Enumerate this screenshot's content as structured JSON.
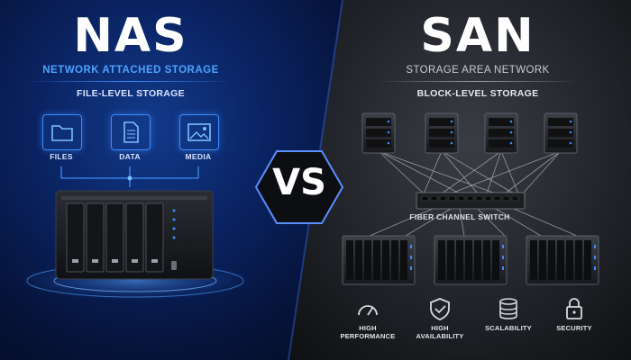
{
  "nas": {
    "title": "NAS",
    "subtitle": "NETWORK ATTACHED STORAGE",
    "level": "FILE-LEVEL STORAGE",
    "icons": [
      {
        "label": "FILES",
        "icon": "folder-icon"
      },
      {
        "label": "DATA",
        "icon": "document-icon"
      },
      {
        "label": "MEDIA",
        "icon": "image-icon"
      }
    ]
  },
  "vs": "VS",
  "san": {
    "title": "SAN",
    "subtitle": "STORAGE AREA NETWORK",
    "level": "BLOCK-LEVEL STORAGE",
    "switch_label": "FIBER CHANNEL SWITCH",
    "features": [
      {
        "line1": "HIGH",
        "line2": "PERFORMANCE",
        "icon": "speedometer-icon"
      },
      {
        "line1": "HIGH",
        "line2": "AVAILABILITY",
        "icon": "shield-check-icon"
      },
      {
        "line1": "SCALABILITY",
        "line2": "",
        "icon": "database-icon"
      },
      {
        "line1": "SECURITY",
        "line2": "",
        "icon": "lock-icon"
      }
    ]
  },
  "colors": {
    "nas_accent": "#4ea3ff",
    "san_accent": "#c8cbd0",
    "server_led": "#3a8dff"
  }
}
